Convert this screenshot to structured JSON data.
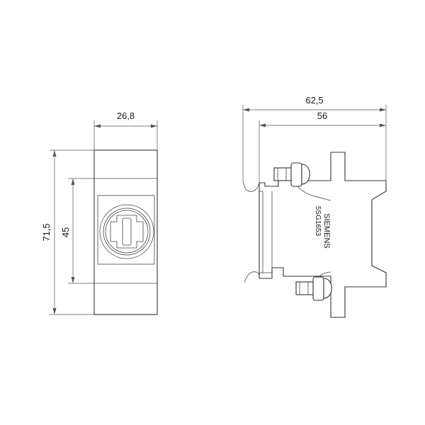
{
  "front_view": {
    "width_label": "26,8",
    "height_label": "71,5",
    "inner_height_label": "45"
  },
  "side_view": {
    "overall_width_label": "62,5",
    "inner_width_label": "56",
    "brand": "SIEMENS",
    "part_number": "5SG1653"
  }
}
